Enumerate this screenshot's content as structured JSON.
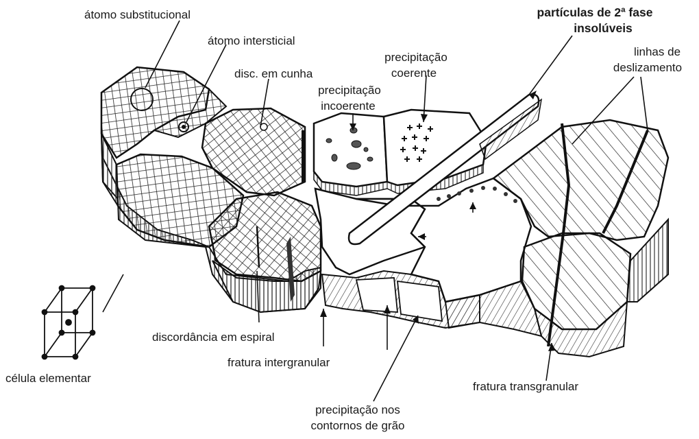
{
  "labels": {
    "substitutional_atom": "átomo substitucional",
    "interstitial_atom": "átomo intersticial",
    "edge_dislocation": "disc. em cunha",
    "incoherent_precipitation_1": "precipitação",
    "incoherent_precipitation_2": "incoerente",
    "coherent_precipitation_1": "precipitação",
    "coherent_precipitation_2": "coerente",
    "second_phase_1": "partículas de 2ª fase",
    "second_phase_2": "insolúveis",
    "slip_lines_1": "linhas de",
    "slip_lines_2": "deslizamento",
    "unit_cell": "célula elementar",
    "screw_dislocation": "discordância em espiral",
    "intergranular_fracture": "fratura intergranular",
    "grain_boundary_precipitation_1": "precipitação nos",
    "grain_boundary_precipitation_2": "contornos de grão",
    "transgranular_fracture": "fratura transgranular"
  }
}
